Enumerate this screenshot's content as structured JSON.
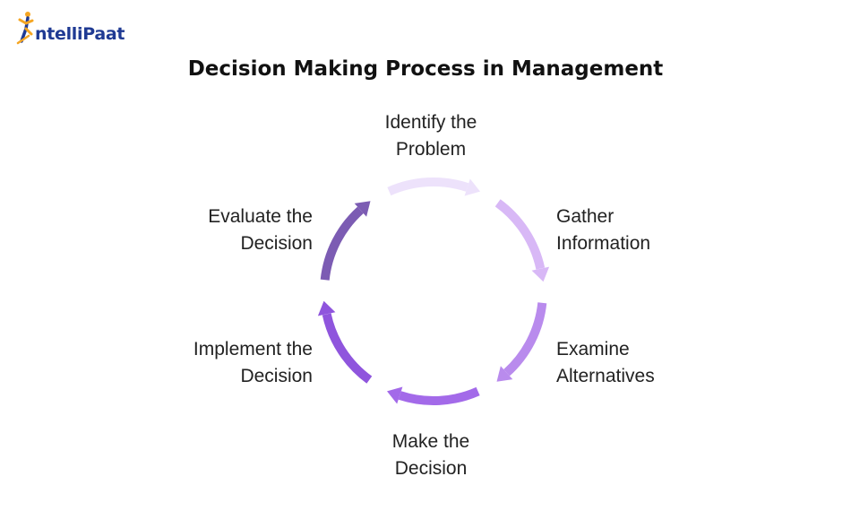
{
  "logo": {
    "text": "ntelliPaat"
  },
  "title": "Decision Making Process in Management",
  "steps": [
    {
      "line1": "Identify the",
      "line2": "Problem",
      "color": "#ede2fb"
    },
    {
      "line1": "Gather",
      "line2": "Information",
      "color": "#d8b8f6"
    },
    {
      "line1": "Examine",
      "line2": "Alternatives",
      "color": "#b98bed"
    },
    {
      "line1": "Make the",
      "line2": "Decision",
      "color": "#a36ae9"
    },
    {
      "line1": "Implement the",
      "line2": "Decision",
      "color": "#8f55dd"
    },
    {
      "line1": "Evaluate the",
      "line2": "Decision",
      "color": "#7c5cb3"
    }
  ]
}
